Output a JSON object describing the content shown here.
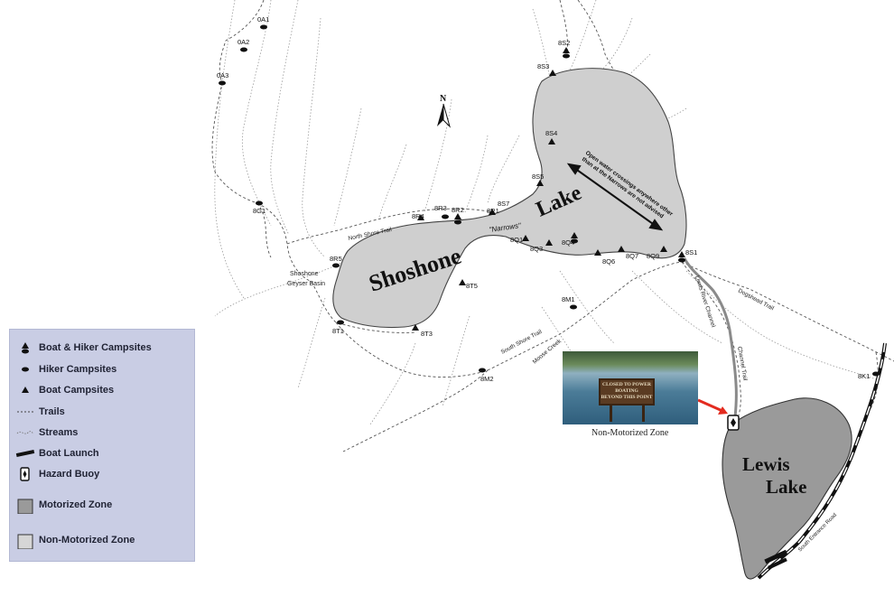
{
  "lakes": {
    "shoshone_word1": "Shoshone",
    "shoshone_word2": "Lake",
    "lewis_word1": "Lewis",
    "lewis_word2": "Lake"
  },
  "north_label": "N",
  "narrows_label": "\"Narrows\"",
  "warning_line1": "Open water crossings anywhere other",
  "warning_line2": "than at the Narrows are not advised",
  "places": {
    "shoshone_geyser_basin_1": "Shoshone",
    "shoshone_geyser_basin_2": "Geyser Basin"
  },
  "trails": {
    "north_shore": "North Shore Trail",
    "south_shore": "South Shore Trail",
    "moose_creek": "Moose Creek",
    "lewis_river_channel": "Lewis River Channel",
    "channel_trail": "Channel Trail",
    "dogshead_trail": "Dogshead Trail",
    "south_entrance_road": "South Entrance Road"
  },
  "campsites": {
    "a1": "0A1",
    "a2": "0A2",
    "a3": "0A3",
    "s2": "8S2",
    "s3": "8S3",
    "s4": "8S4",
    "s5": "8S5",
    "s7": "8S7",
    "s1": "8S1",
    "g1": "8G1",
    "r1": "8R1",
    "r2": "8R2",
    "r3": "8R3",
    "r4": "8R4",
    "r5": "8R5",
    "q1": "8Q1",
    "q3": "8Q3",
    "q4": "8Q4",
    "q6": "8Q6",
    "q7": "8Q7",
    "q9": "8Q9",
    "t1": "8T1",
    "t3": "8T3",
    "t5": "8T5",
    "m1": "8M1",
    "m2": "8M2",
    "k1": "8K1"
  },
  "photo": {
    "sign_line1": "CLOSED TO POWER",
    "sign_line2": "BOATING",
    "sign_line3": "BEYOND THIS POINT",
    "caption": "Non-Motorized Zone"
  },
  "legend": {
    "boat_hiker": "Boat & Hiker Campsites",
    "hiker": "Hiker Campsites",
    "boat": "Boat Campsites",
    "trails": "Trails",
    "streams": "Streams",
    "boat_launch": "Boat Launch",
    "hazard_buoy": "Hazard Buoy",
    "motorized": "Motorized Zone",
    "non_motorized": "Non-Motorized Zone"
  },
  "colors": {
    "shoshone_fill": "#cfcfcf",
    "lewis_fill": "#9a9a9a",
    "legend_bg": "#c9cde4",
    "arrow": "#e32b1f"
  }
}
